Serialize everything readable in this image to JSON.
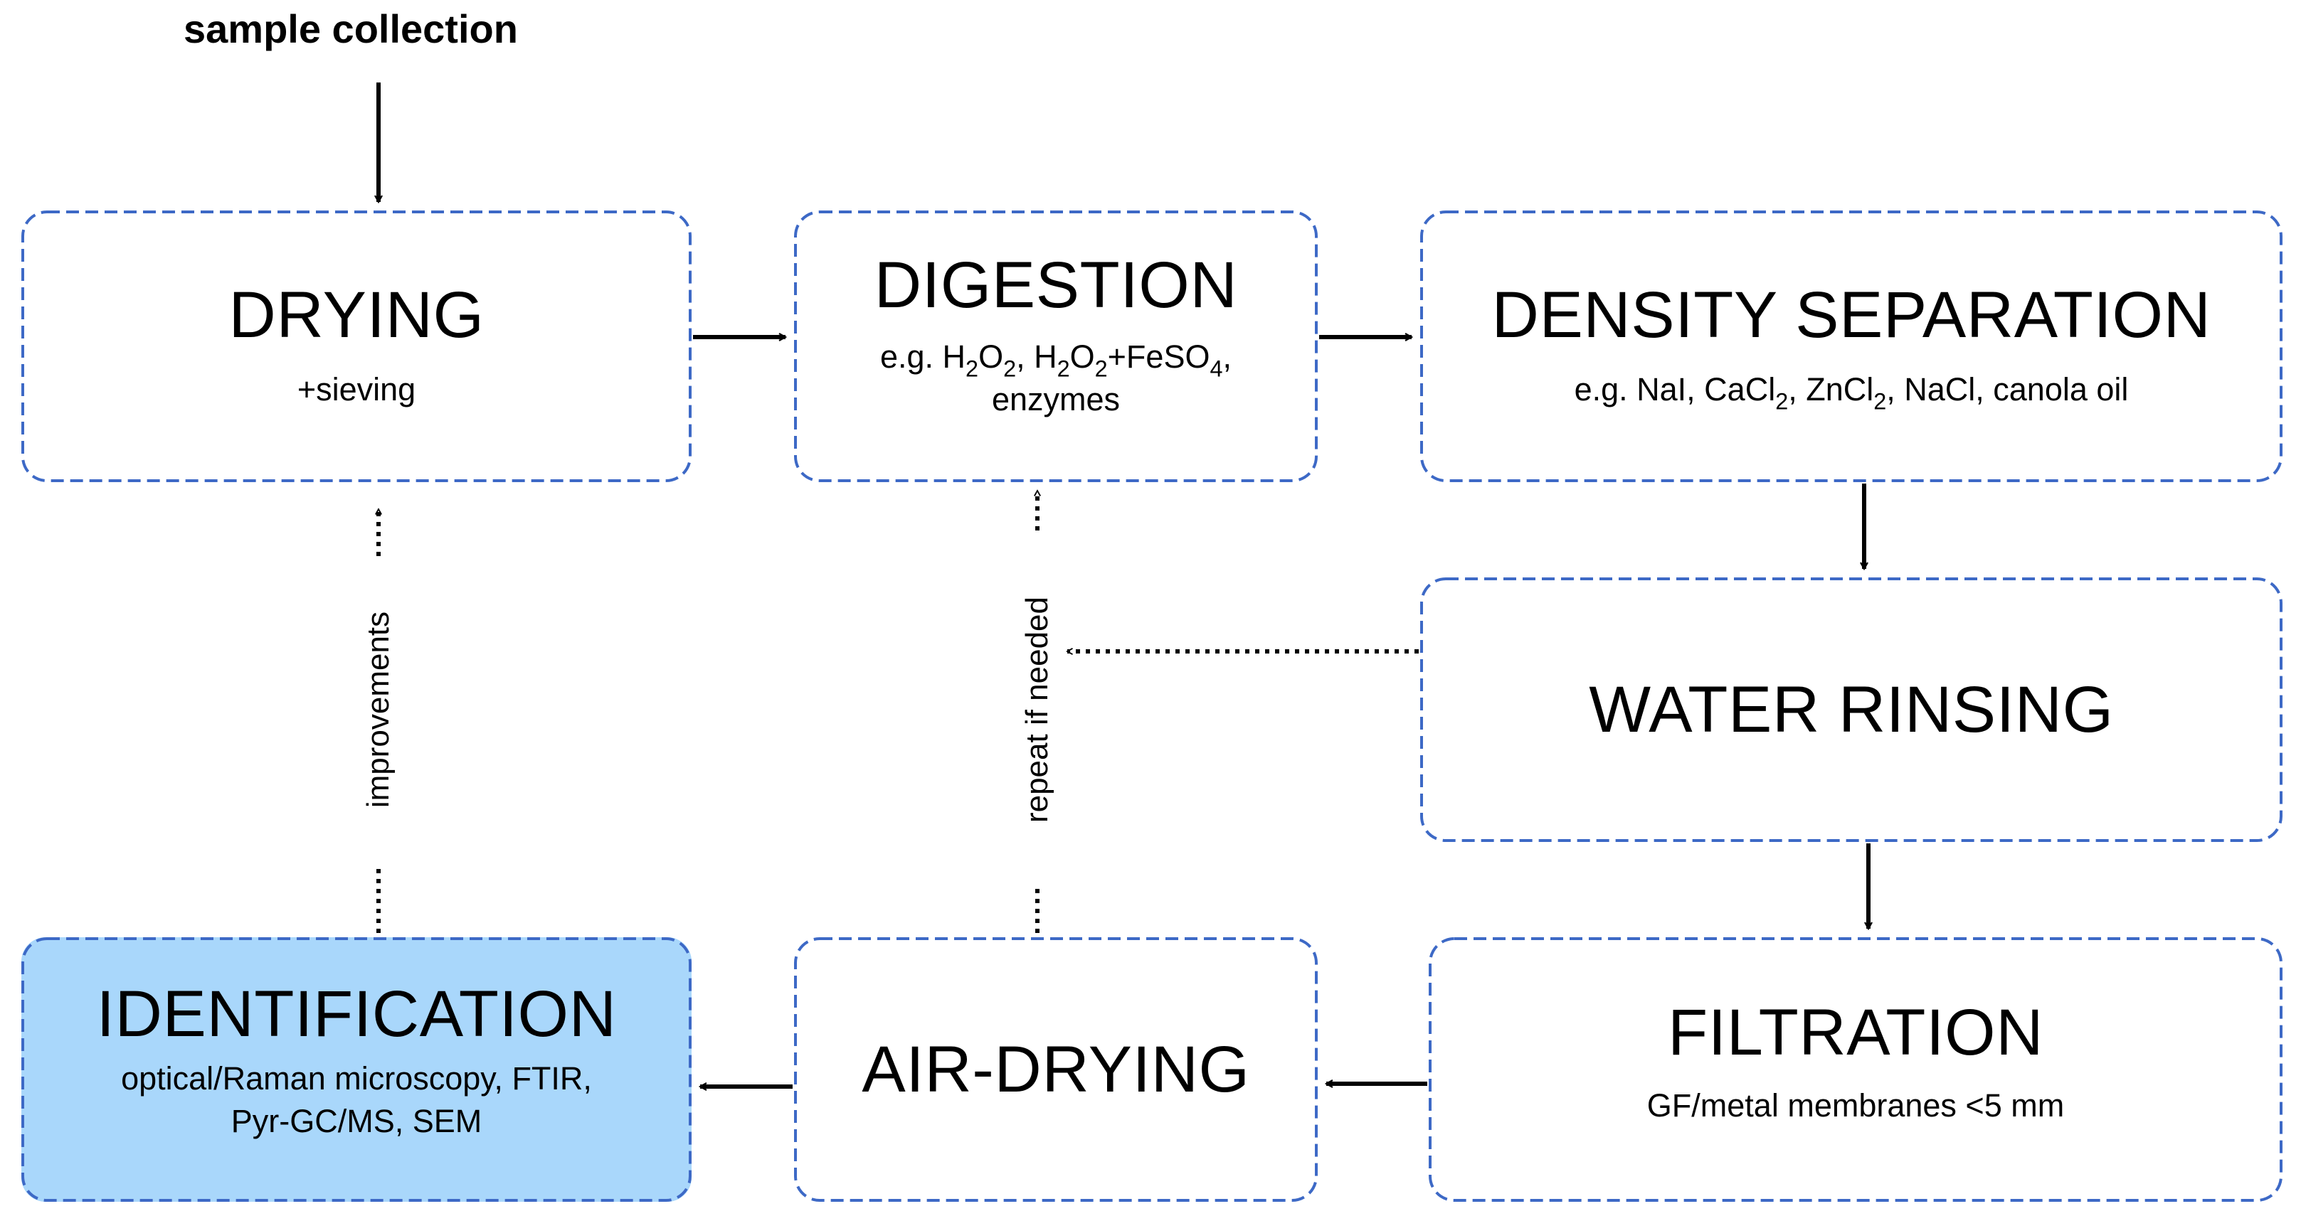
{
  "top_label": "sample collection",
  "boxes": {
    "drying": {
      "title": "DRYING",
      "sub": "+sieving"
    },
    "digestion": {
      "title": "DIGESTION",
      "sub_parts": {
        "a": "e.g. H",
        "b": "2",
        "c": "O",
        "d": "2",
        "e": ", H",
        "f": "2",
        "g": "O",
        "h": "2",
        "i": "+FeSO",
        "j": "4",
        "k": ",",
        "l": "enzymes"
      }
    },
    "density": {
      "title": "DENSITY SEPARATION",
      "sub_parts": {
        "a": "e.g. NaI, CaCl",
        "b": "2",
        "c": ", ZnCl",
        "d": "2",
        "e": ", NaCl, canola oil"
      }
    },
    "rinsing": {
      "title": "WATER RINSING"
    },
    "filtration": {
      "title": "FILTRATION",
      "sub": "GF/metal membranes <5 mm"
    },
    "airdrying": {
      "title": "AIR-DRYING"
    },
    "identification": {
      "title": "IDENTIFICATION",
      "sub1": "optical/Raman microscopy, FTIR,",
      "sub2": "Pyr-GC/MS, SEM"
    }
  },
  "loop_labels": {
    "improvements": "improvements",
    "repeat": "repeat if needed"
  },
  "colors": {
    "border": "#3d69c6",
    "identification_fill": "#a9d7fb",
    "arrow": "#000000"
  }
}
